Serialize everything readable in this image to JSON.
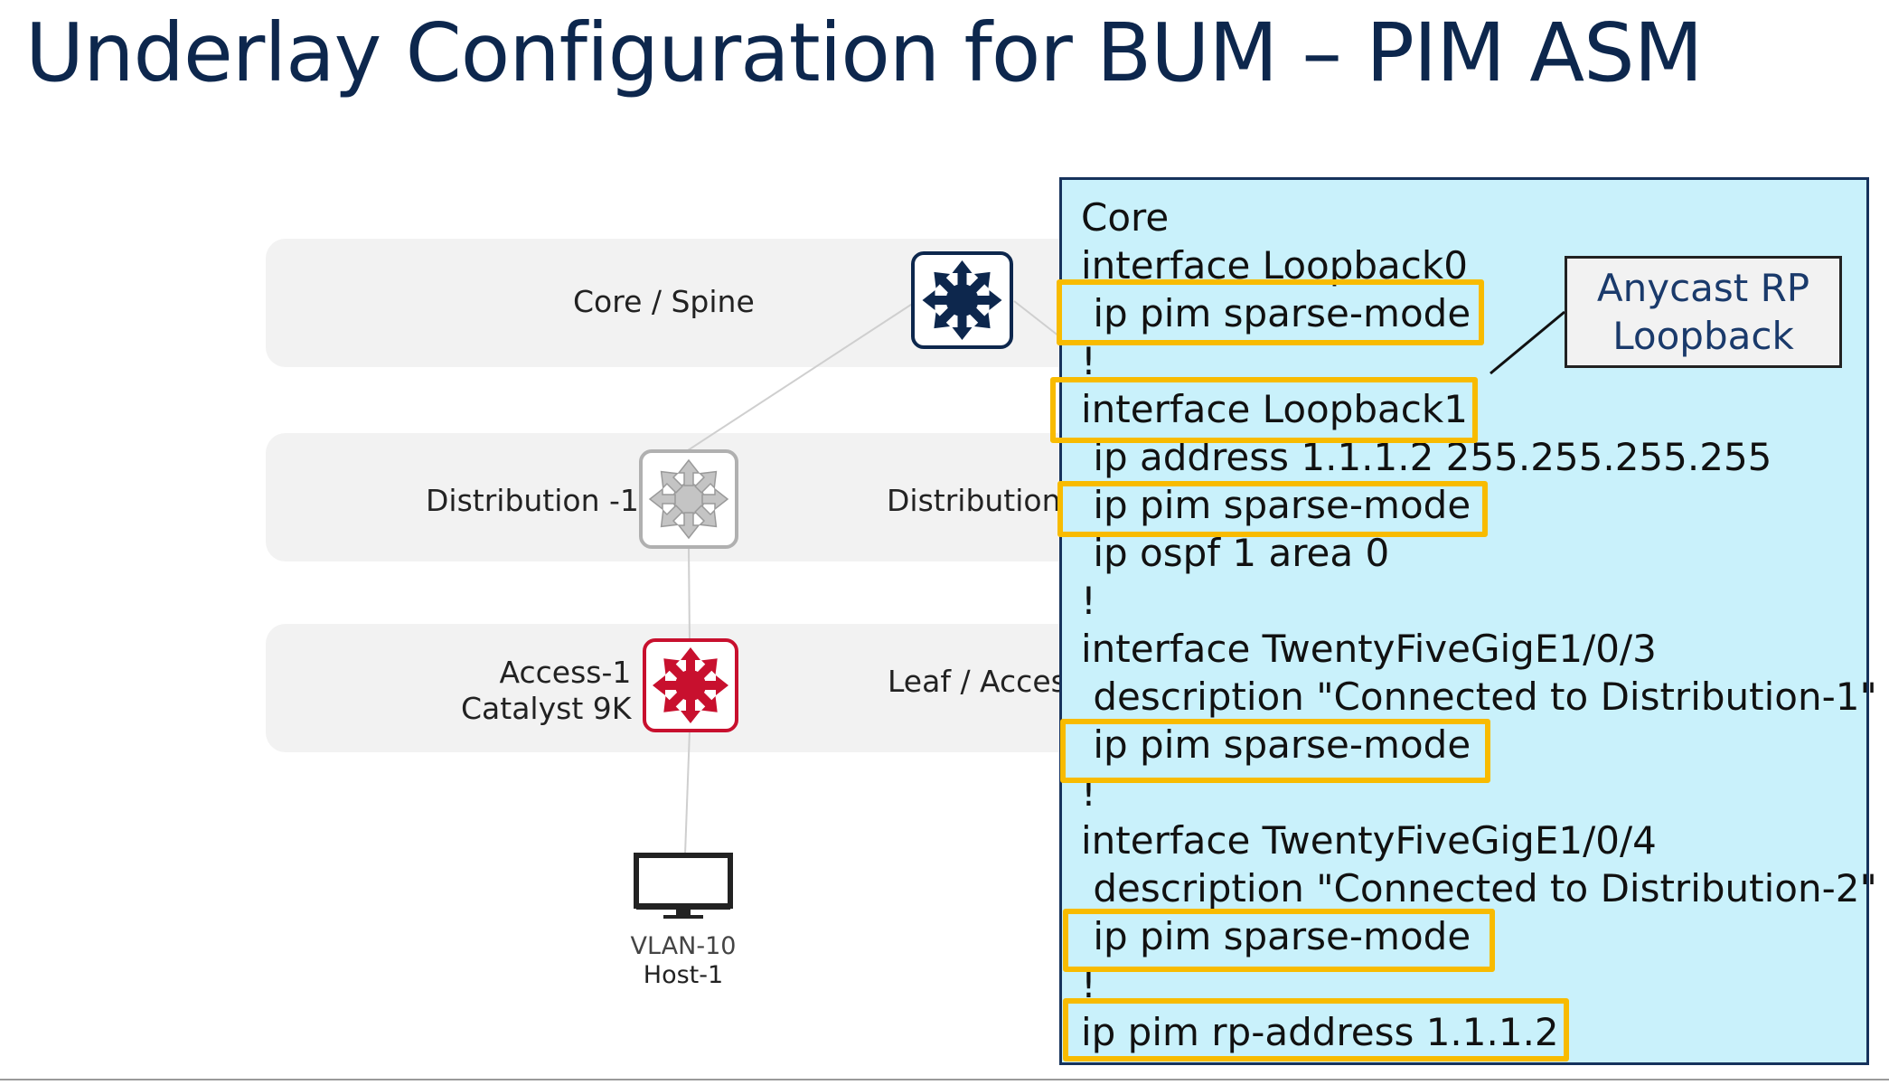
{
  "title": "Underlay Configuration for BUM – PIM ASM",
  "layers": {
    "core": "Core / Spine",
    "distribution_1": "Distribution -1",
    "distribution_2": "Distribution",
    "access_1_line1": "Access-1",
    "access_1_line2": "Catalyst 9K",
    "leaf": "Leaf / Acces"
  },
  "host": {
    "vlan": "VLAN-10",
    "name": "Host-1"
  },
  "config": {
    "heading": "Core",
    "lines": [
      "interface Loopback0",
      " ip pim sparse-mode",
      "!",
      "interface Loopback1",
      " ip address 1.1.1.2 255.255.255.255",
      " ip pim sparse-mode",
      " ip ospf 1 area 0",
      "!",
      "interface TwentyFiveGigE1/0/3",
      " description \"Connected to Distribution-1\"",
      " ip pim sparse-mode",
      "!",
      "interface TwentyFiveGigE1/0/4",
      " description \"Connected to Distribution-2\"",
      " ip pim sparse-mode",
      "!",
      "ip pim rp-address 1.1.1.2"
    ]
  },
  "callout": {
    "line1": "Anycast RP",
    "line2": "Loopback"
  },
  "colors": {
    "title": "#0d274d",
    "core_switch": "#0d274d",
    "distribution_switch": "#b0b0b0",
    "access_switch": "#c8102e",
    "highlight": "#f8bb00",
    "panel_bg": "#c9f1fb"
  },
  "icons": [
    "core-switch-icon",
    "distribution-switch-icon",
    "access-switch-icon",
    "monitor-icon"
  ]
}
